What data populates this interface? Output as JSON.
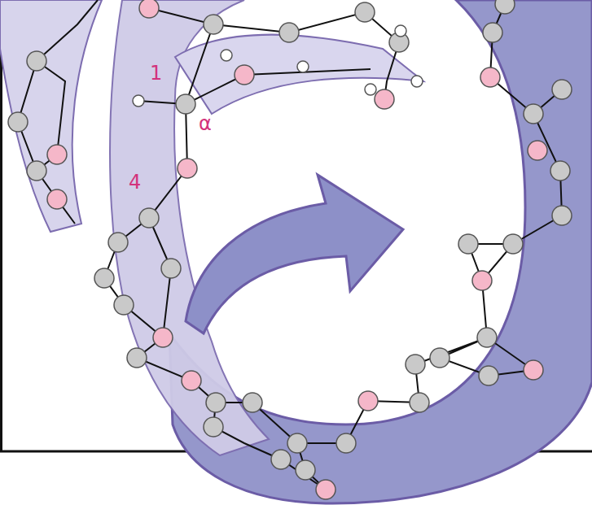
{
  "diagram": {
    "labels": [
      "1",
      "α",
      "4"
    ]
  }
}
